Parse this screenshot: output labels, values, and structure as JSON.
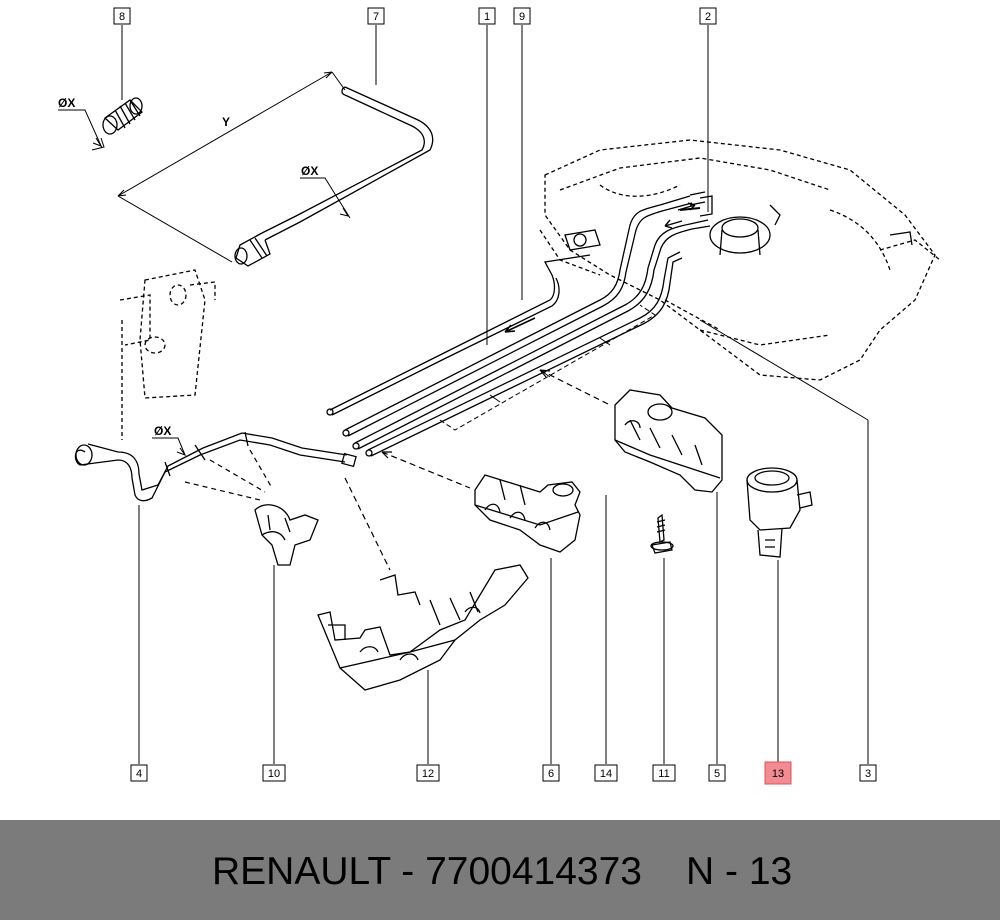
{
  "callouts": [
    {
      "label": "8",
      "highlighted": false
    },
    {
      "label": "7",
      "highlighted": false
    },
    {
      "label": "1",
      "highlighted": false
    },
    {
      "label": "9",
      "highlighted": false
    },
    {
      "label": "2",
      "highlighted": false
    },
    {
      "label": "4",
      "highlighted": false
    },
    {
      "label": "10",
      "highlighted": false
    },
    {
      "label": "12",
      "highlighted": false
    },
    {
      "label": "6",
      "highlighted": false
    },
    {
      "label": "14",
      "highlighted": false
    },
    {
      "label": "11",
      "highlighted": false
    },
    {
      "label": "5",
      "highlighted": false
    },
    {
      "label": "13",
      "highlighted": true
    },
    {
      "label": "3",
      "highlighted": false
    }
  ],
  "dimensions": {
    "diameter_a": "ØX",
    "diameter_b": "ØX",
    "diameter_c": "ØX",
    "length": "Y"
  },
  "footer": {
    "brand_part": "RENAULT - 7700414373",
    "code": "N - 13"
  },
  "colors": {
    "highlight": "#f28b93",
    "footer_bg": "#7b7b7b",
    "footer_text": "#ffffff"
  }
}
